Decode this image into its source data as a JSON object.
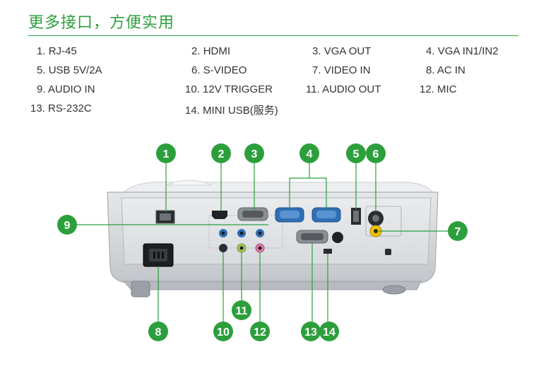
{
  "title": "更多接口，方便实用",
  "ports": [
    {
      "num": "1.",
      "name": "RJ-45"
    },
    {
      "num": "2.",
      "name": "HDMI"
    },
    {
      "num": "3.",
      "name": "VGA OUT"
    },
    {
      "num": "4.",
      "name": "VGA IN1/IN2"
    },
    {
      "num": "5.",
      "name": "USB 5V/2A"
    },
    {
      "num": "6.",
      "name": "S-VIDEO"
    },
    {
      "num": "7.",
      "name": "VIDEO IN"
    },
    {
      "num": "8.",
      "name": "AC IN"
    },
    {
      "num": "9.",
      "name": "AUDIO IN"
    },
    {
      "num": "10.",
      "name": "12V TRIGGER"
    },
    {
      "num": "11.",
      "name": "AUDIO OUT"
    },
    {
      "num": "12.",
      "name": "MIC"
    },
    {
      "num": "13.",
      "name": "RS-232C"
    },
    {
      "num": "14.",
      "name": "MINI USB(服务)"
    }
  ],
  "callouts": [
    "1",
    "2",
    "3",
    "4",
    "5",
    "6",
    "7",
    "8",
    "9",
    "10",
    "11",
    "12",
    "13",
    "14"
  ],
  "colors": {
    "accent": "#2c9f3c",
    "text": "#333333",
    "vga": "#2f6fb5"
  }
}
